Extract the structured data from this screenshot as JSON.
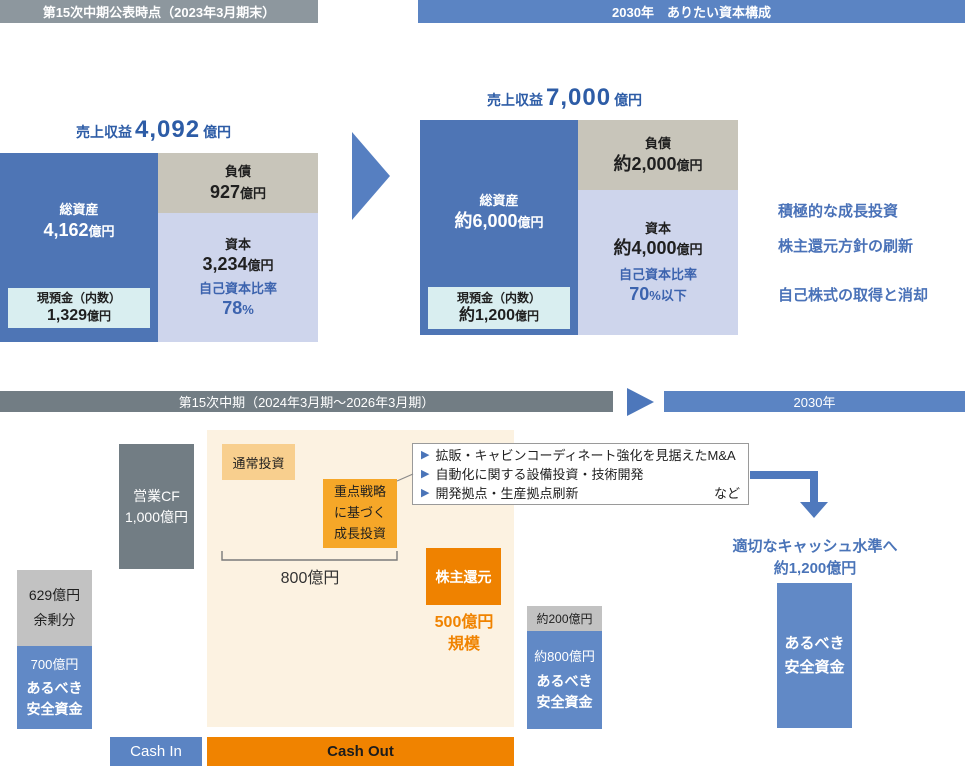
{
  "colors": {
    "header_gray": "#8d979e",
    "band_gray": "#727d84",
    "accent_blue": "#5b84c3",
    "chart_blue": "#4e75b5",
    "lavender": "#ced5ec",
    "beige_gray": "#c8c5ba",
    "cyan": "#d9eef0",
    "light_gray": "#c2c2c2",
    "box_blue": "#6189c6",
    "cream": "#fcf2e1",
    "light_orange": "#f8cf8e",
    "mid_orange": "#f6a728",
    "strong_orange": "#ef8200",
    "text_blue": "#2d5ca6"
  },
  "headers": {
    "current": "第15次中期公表時点（2023年3月期末）",
    "target": "2030年　ありたい資本構成"
  },
  "current": {
    "revenue": {
      "label": "売上収益",
      "value": "4,092",
      "unit": "億円"
    },
    "assets": {
      "label": "総資産",
      "value": "4,162",
      "unit": "億円"
    },
    "cash": {
      "label": "現預金（内数）",
      "value": "1,329",
      "unit": "億円"
    },
    "debt": {
      "label": "負債",
      "value": "927",
      "unit": "億円"
    },
    "equity": {
      "label": "資本",
      "value": "3,234",
      "unit": "億円"
    },
    "ratio": {
      "label": "自己資本比率",
      "value": "78",
      "unit": "%"
    }
  },
  "target": {
    "revenue": {
      "label": "売上収益",
      "value": "7,000",
      "unit": "億円"
    },
    "assets": {
      "label": "総資産",
      "value": "約6,000",
      "unit": "億円"
    },
    "cash": {
      "label": "現預金（内数）",
      "value": "約1,200",
      "unit": "億円"
    },
    "debt": {
      "label": "負債",
      "value": "約2,000",
      "unit": "億円"
    },
    "equity": {
      "label": "資本",
      "value": "約4,000",
      "unit": "億円"
    },
    "ratio": {
      "label": "自己資本比率",
      "value": "70",
      "unit": "%以下"
    }
  },
  "initiatives": [
    "積極的な成長投資",
    "株主還元方針の刷新",
    "自己株式の取得と消却"
  ],
  "timeline": {
    "midterm": "第15次中期（2024年3月期～2026年3月期）",
    "year": "2030年"
  },
  "flow": {
    "operating_cf": {
      "line1": "営業CF",
      "line2": "1,000億円"
    },
    "surplus": {
      "line1": "629億円",
      "line2": "余剰分"
    },
    "safety_current": {
      "value": "700億円",
      "line1": "あるべき",
      "line2": "安全資金"
    },
    "normal_investment": "通常投資",
    "growth_investment": {
      "line1": "重点戦略",
      "line2": "に基づく",
      "line3": "成長投資"
    },
    "bracket_amount": "800億円",
    "shareholder_return": "株主還元",
    "return_scale": {
      "line1": "500億円",
      "line2": "規模"
    },
    "callout": {
      "bullet": "▶",
      "items": [
        "拡販・キャビンコーディネート強化を見据えたM&A",
        "自動化に関する設備投資・技術開発",
        "開発拠点・生産拠点刷新"
      ],
      "suffix": "など"
    },
    "interim_surplus": "約200億円",
    "interim_safety": {
      "value": "約800億円",
      "line1": "あるべき",
      "line2": "安全資金"
    },
    "target_cash": {
      "line1": "適切なキャッシュ水準へ",
      "line2": "約1,200億円"
    },
    "target_safety": {
      "line1": "あるべき",
      "line2": "安全資金"
    },
    "cash_in": "Cash In",
    "cash_out": "Cash Out"
  }
}
